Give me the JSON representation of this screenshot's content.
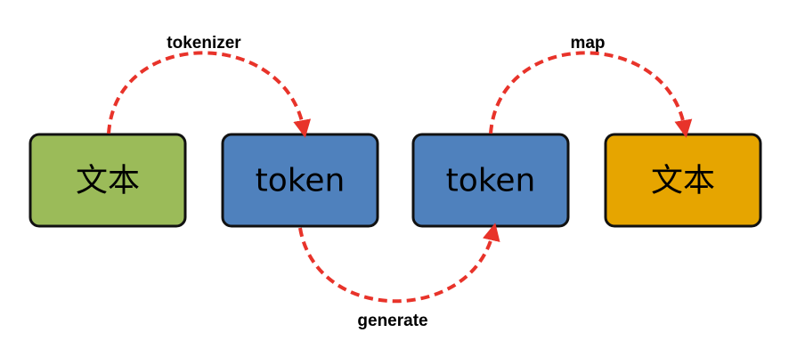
{
  "nodes": [
    {
      "id": "source-text",
      "label": "文本",
      "color": "#9BBB59"
    },
    {
      "id": "input-token",
      "label": "token",
      "color": "#4F81BD"
    },
    {
      "id": "output-token",
      "label": "token",
      "color": "#4F81BD"
    },
    {
      "id": "result-text",
      "label": "文本",
      "color": "#E6A500"
    }
  ],
  "edges": [
    {
      "from": "source-text",
      "to": "input-token",
      "label": "tokenizer"
    },
    {
      "from": "input-token",
      "to": "output-token",
      "label": "generate"
    },
    {
      "from": "output-token",
      "to": "result-text",
      "label": "map"
    }
  ],
  "colors": {
    "arrow": "#E8332A",
    "border": "#111111"
  }
}
